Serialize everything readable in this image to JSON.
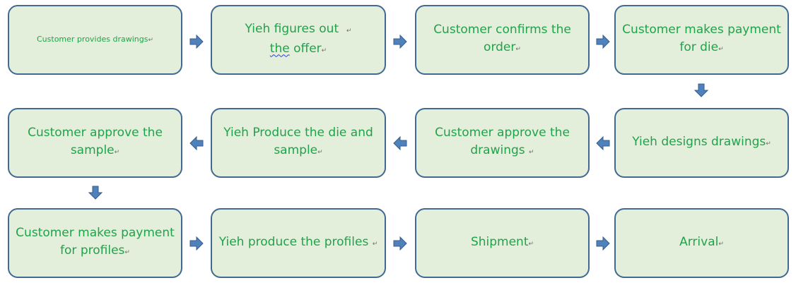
{
  "flow": {
    "steps": [
      {
        "id": 1,
        "text": "Customer provides drawings"
      },
      {
        "id": 2,
        "line1": "Yieh figures out",
        "line2_marked": "the",
        "line2_rest": " offer"
      },
      {
        "id": 3,
        "line1": "Customer confirms the",
        "line2": "order"
      },
      {
        "id": 4,
        "line1": "Customer makes payment",
        "line2": "for die"
      },
      {
        "id": 5,
        "text": "Yieh designs drawings"
      },
      {
        "id": 6,
        "line1": "Customer approve the",
        "line2": "drawings"
      },
      {
        "id": 7,
        "line1": "Yieh Produce the die and",
        "line2": "sample"
      },
      {
        "id": 8,
        "line1": "Customer approve the",
        "line2": "sample"
      },
      {
        "id": 9,
        "line1": "Customer makes payment",
        "line2": "for profiles"
      },
      {
        "id": 10,
        "text": "Yieh produce the profiles"
      },
      {
        "id": 11,
        "text": "Shipment"
      },
      {
        "id": 12,
        "text": "Arrival"
      }
    ],
    "paragraph_mark": "↵"
  },
  "colors": {
    "box_fill": "#e3efdb",
    "box_border": "#42698f",
    "text": "#1fa34a",
    "arrow_fill": "#4f81bd",
    "arrow_border": "#385d8a"
  }
}
